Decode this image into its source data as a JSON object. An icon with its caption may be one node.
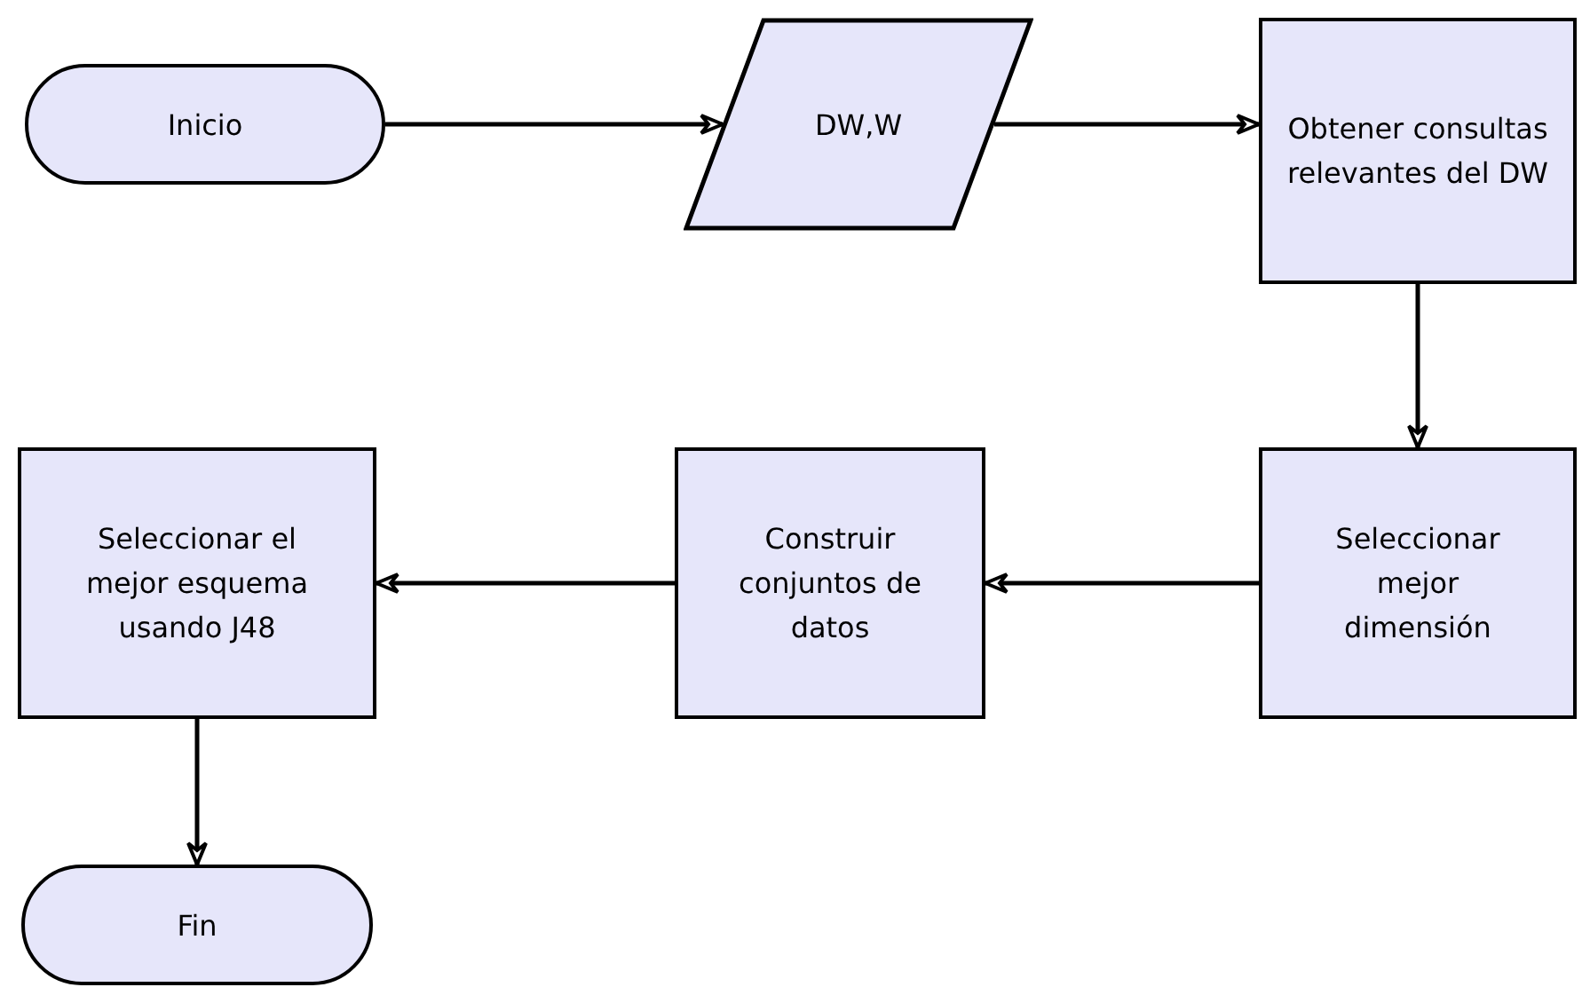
{
  "diagram": {
    "nodes": [
      {
        "text": [
          "Inicio"
        ]
      },
      {
        "text": [
          "DW,W"
        ]
      },
      {
        "text": [
          "Obtener consultas relevantes del DW"
        ]
      },
      {
        "text": [
          "Seleccionar mejor dimensión"
        ]
      },
      {
        "text": [
          "Construir conjuntos de datos"
        ]
      },
      {
        "text": [
          "Seleccionar el mejor esquema usando J48"
        ]
      },
      {
        "text": [
          "Fin"
        ]
      }
    ],
    "edges": [
      {
        "from": 0,
        "to": 1,
        "arrow": "to"
      },
      {
        "from": 1,
        "to": 2,
        "arrow": "to"
      },
      {
        "from": 2,
        "to": 3,
        "arrow": "to"
      },
      {
        "from": 3,
        "to": 4,
        "arrow": "to"
      },
      {
        "from": 4,
        "to": 5,
        "arrow": "to"
      },
      {
        "from": 5,
        "to": 6,
        "arrow": "to"
      }
    ]
  }
}
